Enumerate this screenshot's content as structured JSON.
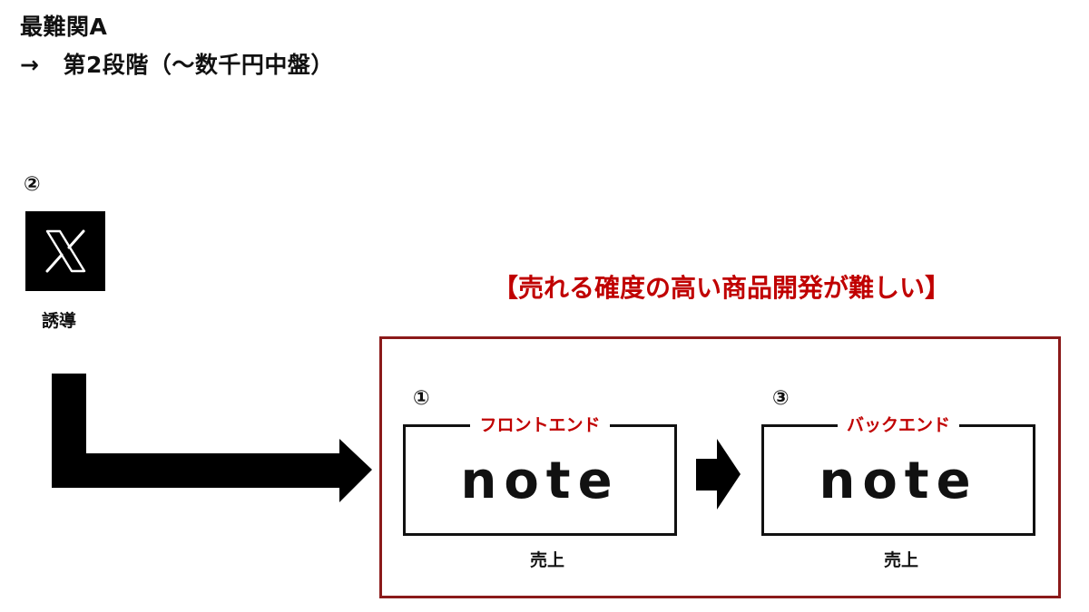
{
  "title": {
    "line1": "最難関A",
    "line2_arrow": "→",
    "line2_text": "第2段階（～数千円中盤）"
  },
  "source": {
    "number": "②",
    "icon": "x-logo-icon",
    "label": "誘導"
  },
  "headline": "【売れる確度の高い商品開発が難しい】",
  "colors": {
    "accent_red": "#c00000",
    "frame_red": "#8b1a1a",
    "ink": "#111111"
  },
  "frontend": {
    "number": "①",
    "tag": "フロントエンド",
    "product": "note",
    "sales_label": "売上"
  },
  "backend": {
    "number": "③",
    "tag": "バックエンド",
    "product": "note",
    "sales_label": "売上"
  }
}
